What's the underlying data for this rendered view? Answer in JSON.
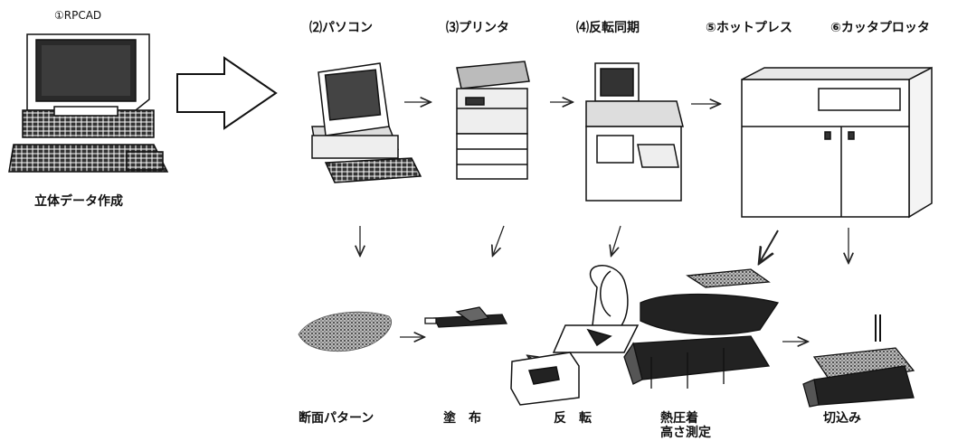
{
  "stations": [
    {
      "label": "①RPCAD",
      "icon": "cad-workstation-icon"
    },
    {
      "label": "⑵パソコン",
      "icon": "personal-computer-icon"
    },
    {
      "label": "⑶プリンタ",
      "icon": "printer-icon"
    },
    {
      "label": "⑷反転同期",
      "icon": "inversion-sync-machine-icon"
    },
    {
      "label": "⑤ホットプレス",
      "icon": "hot-press-icon"
    },
    {
      "label": "⑥カッタプロッタ",
      "icon": "cutter-plotter-icon"
    }
  ],
  "cad_caption": "立体データ作成",
  "steps": [
    {
      "label": "断面パターン",
      "icon": "cross-section-pattern-icon"
    },
    {
      "label": "塗　布",
      "icon": "coating-icon"
    },
    {
      "label": "反　転",
      "icon": "inversion-icon"
    },
    {
      "label": "熱圧着",
      "label2": "高さ測定",
      "icon": "thermo-compression-icon"
    },
    {
      "label": "切込み",
      "icon": "cutting-icon"
    }
  ]
}
